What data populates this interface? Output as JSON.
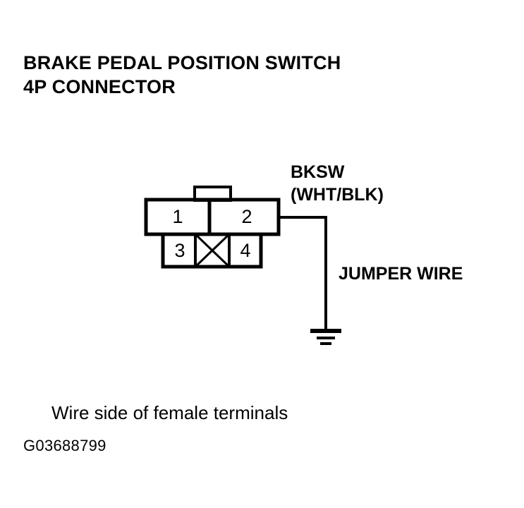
{
  "title": {
    "line1": "BRAKE PEDAL POSITION SWITCH",
    "line2": "4P CONNECTOR"
  },
  "connector": {
    "name": "brake-pedal-position-switch-4p-connector",
    "terminals": [
      {
        "id": "1",
        "label": "1",
        "row": "upper",
        "position": "left"
      },
      {
        "id": "2",
        "label": "2",
        "row": "upper",
        "position": "right"
      },
      {
        "id": "3",
        "label": "3",
        "row": "lower",
        "position": "left"
      },
      {
        "id": "blank",
        "label": "",
        "row": "lower",
        "position": "center",
        "marked_unused": true
      },
      {
        "id": "4",
        "label": "4",
        "row": "lower",
        "position": "right"
      }
    ],
    "caption": "Wire side of female terminals"
  },
  "wire_labels": {
    "circuit_name": "BKSW",
    "wire_color": "(WHT/BLK)",
    "jumper": "JUMPER WIRE"
  },
  "reference_code": "G03688799",
  "colors": {
    "line": "#000000",
    "background": "#ffffff"
  }
}
